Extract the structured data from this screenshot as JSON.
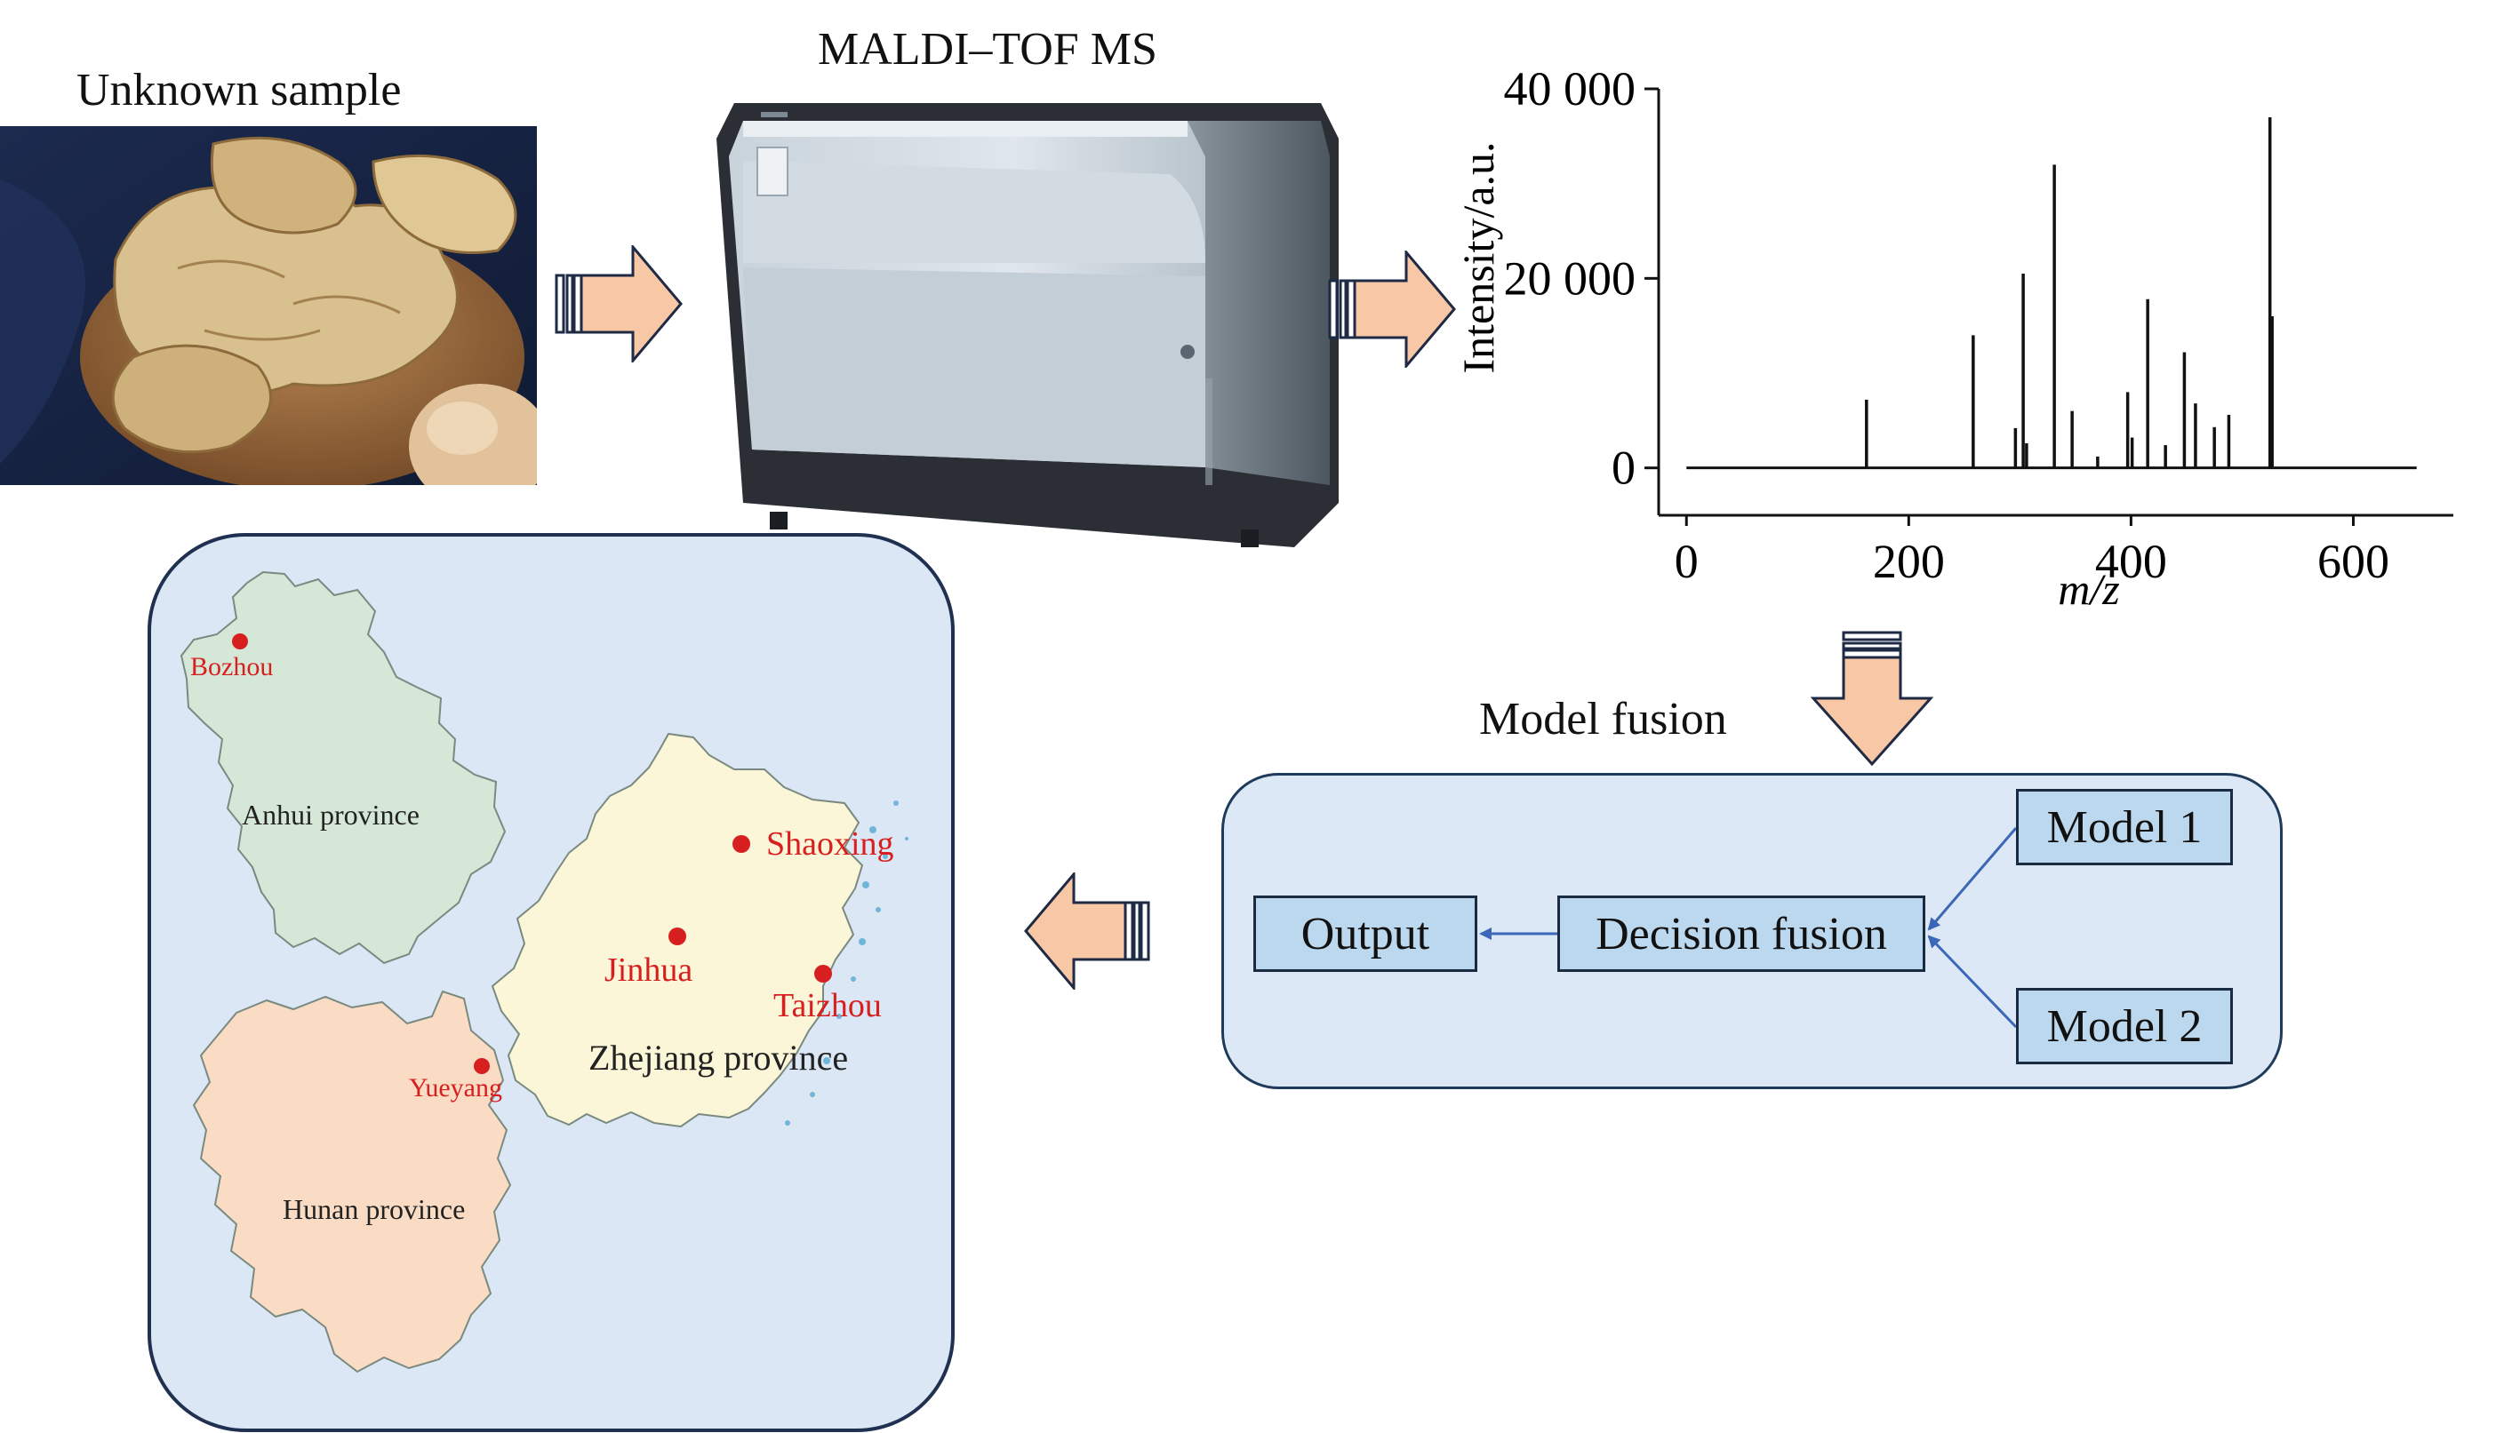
{
  "labels": {
    "unknown_sample": "Unknown sample",
    "instrument": "MALDI–TOF MS",
    "model_fusion": "Model fusion"
  },
  "fusion": {
    "output": "Output",
    "decision": "Decision fusion",
    "model1": "Model 1",
    "model2": "Model 2"
  },
  "map": {
    "provinces": [
      "Anhui province",
      "Zhejiang province",
      "Hunan province"
    ],
    "cities": [
      "Bozhou",
      "Shaoxing",
      "Jinhua",
      "Taizhou",
      "Yueyang"
    ]
  },
  "colors": {
    "arrow_fill": "#f7c7a6",
    "arrow_stroke": "#1f2a44",
    "panel_fill": "#dce8f5",
    "box_fill": "#bcd8ee",
    "anhui": "#d5e8d8",
    "zhejiang": "#fbf6d8",
    "hunan": "#f9dcc3",
    "city_red": "#d81f1f"
  },
  "chart_data": {
    "type": "bar",
    "xlabel": "m/z",
    "ylabel": "Intensity/a.u.",
    "xlim": [
      -25,
      690
    ],
    "ylim": [
      -5000,
      40000
    ],
    "xticks": [
      "0",
      "200",
      "400",
      "600"
    ],
    "xtick_values": [
      0,
      200,
      400,
      600
    ],
    "yticks": [
      "0",
      "20 000",
      "40 000"
    ],
    "ytick_values": [
      0,
      20000,
      40000
    ],
    "baseline_range": [
      0,
      657
    ],
    "peaks": [
      {
        "mz": 162,
        "intensity": 7200
      },
      {
        "mz": 258,
        "intensity": 14000
      },
      {
        "mz": 296,
        "intensity": 4200
      },
      {
        "mz": 303,
        "intensity": 20500
      },
      {
        "mz": 306,
        "intensity": 2600
      },
      {
        "mz": 331,
        "intensity": 32000
      },
      {
        "mz": 347,
        "intensity": 6000
      },
      {
        "mz": 370,
        "intensity": 1200
      },
      {
        "mz": 397,
        "intensity": 8000
      },
      {
        "mz": 401,
        "intensity": 3200
      },
      {
        "mz": 415,
        "intensity": 17800
      },
      {
        "mz": 431,
        "intensity": 2400
      },
      {
        "mz": 448,
        "intensity": 12200
      },
      {
        "mz": 458,
        "intensity": 6800
      },
      {
        "mz": 475,
        "intensity": 4300
      },
      {
        "mz": 488,
        "intensity": 5600
      },
      {
        "mz": 525,
        "intensity": 37000
      },
      {
        "mz": 527,
        "intensity": 16000
      }
    ]
  }
}
